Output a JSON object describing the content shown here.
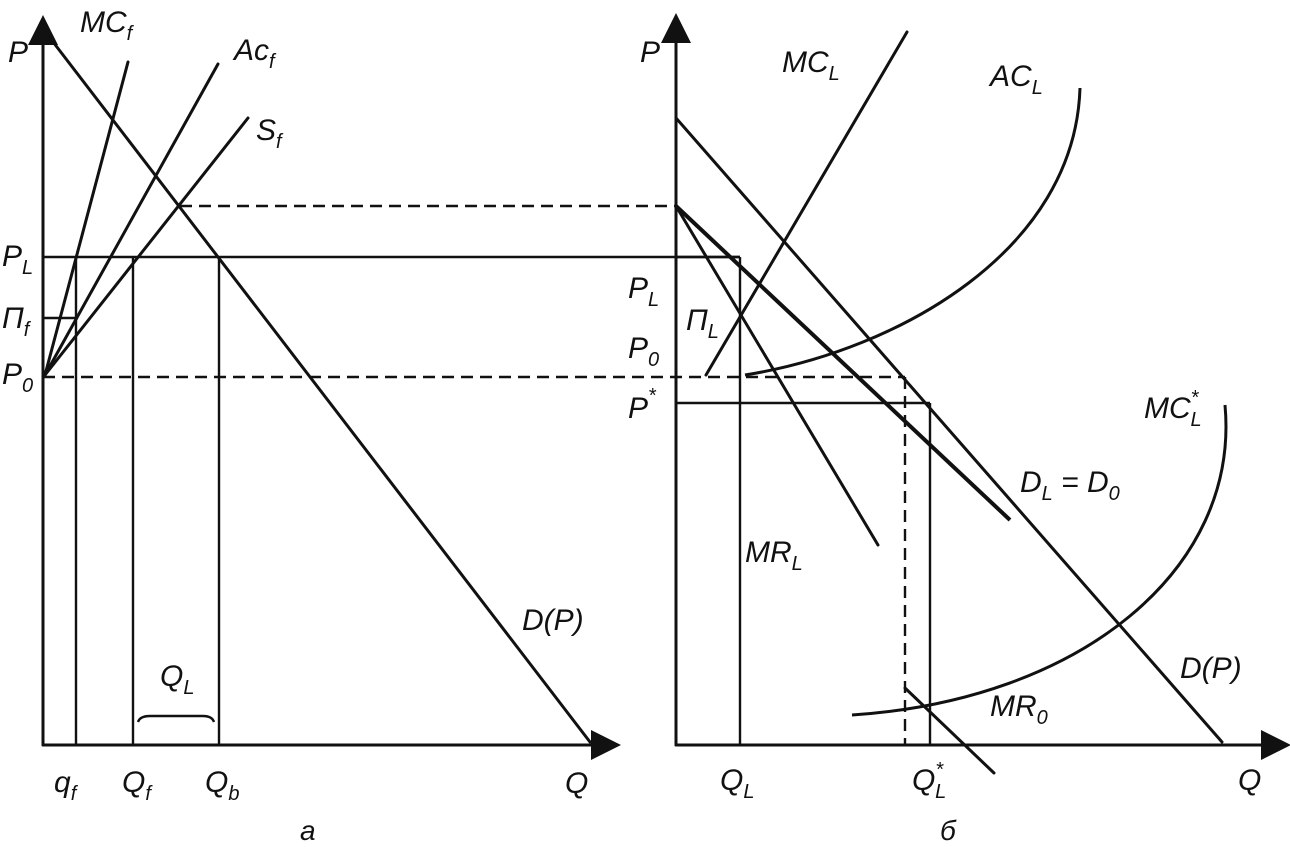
{
  "panel_a": {
    "caption": "a",
    "labels": {
      "p_axis": "P",
      "q_axis": "Q",
      "mc_f": {
        "main": "MC",
        "sub": "f"
      },
      "ac_f": {
        "main": "Ac",
        "sub": "f"
      },
      "s_f": {
        "main": "S",
        "sub": "f"
      },
      "p_l": {
        "main": "P",
        "sub": "L"
      },
      "pi_f": {
        "main": "Π",
        "sub": "f"
      },
      "p_0": {
        "main": "P",
        "sub": "0"
      },
      "demand": "D(P)",
      "q_l": {
        "main": "Q",
        "sub": "L"
      },
      "q_f_small": {
        "main": "q",
        "sub": "f"
      },
      "q_f": {
        "main": "Q",
        "sub": "f"
      },
      "q_b": {
        "main": "Q",
        "sub": "b"
      }
    }
  },
  "panel_b": {
    "caption": "б",
    "labels": {
      "p_axis": "P",
      "q_axis": "Q",
      "mc_l": {
        "main": "MC",
        "sub": "L"
      },
      "ac_l": {
        "main": "AC",
        "sub": "L"
      },
      "p_l": {
        "main": "P",
        "sub": "L"
      },
      "pi_l": {
        "main": "Π",
        "sub": "L"
      },
      "p_0": {
        "main": "P",
        "sub": "0"
      },
      "p_star": {
        "main": "P",
        "sup": "*"
      },
      "mc_l_star": {
        "main": "MC",
        "sub": "L",
        "sup": "*"
      },
      "dl_eq_d0": {
        "main1": "D",
        "sub1": "L",
        "eq": " = ",
        "main2": "D",
        "sub2": "0"
      },
      "mr_l": {
        "main": "MR",
        "sub": "L"
      },
      "demand": "D(P)",
      "mr_0": {
        "main": "MR",
        "sub": "0"
      },
      "q_l": {
        "main": "Q",
        "sub": "L"
      },
      "q_l_star": {
        "main": "Q",
        "sub": "L",
        "sup": "*"
      }
    }
  }
}
